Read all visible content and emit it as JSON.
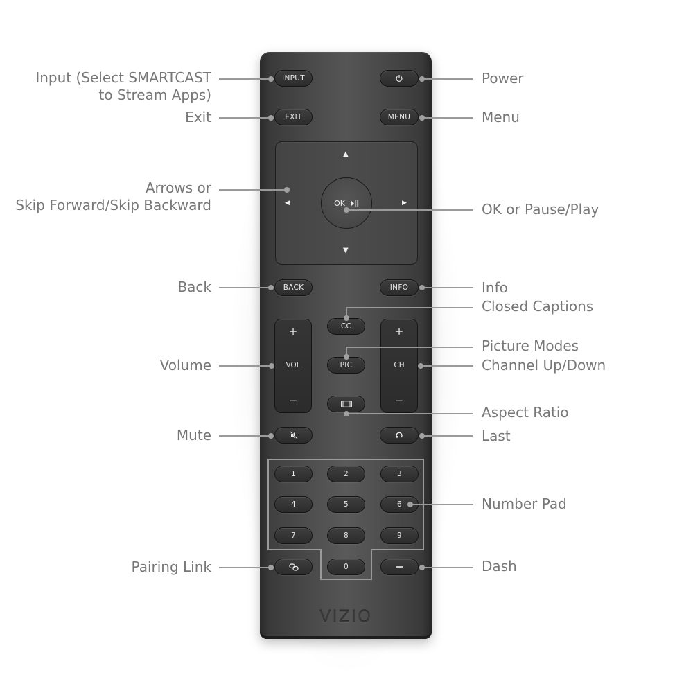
{
  "brand": "VIZIO",
  "colors": {
    "body": "#4a4a4a",
    "button": "#2f2f2f",
    "button_text": "#e8e8e8",
    "callout_line": "#9a9a9a",
    "label_text": "#777777"
  },
  "buttons": {
    "input": "INPUT",
    "power_icon": "power-icon",
    "exit": "EXIT",
    "menu": "MENU",
    "ok": "OK",
    "play_pause_icon": "play-pause-icon",
    "up": "▲",
    "down": "▼",
    "left": "◀",
    "right": "▶",
    "back": "BACK",
    "info": "INFO",
    "cc": "CC",
    "pic": "PIC",
    "aspect_icon": "aspect-ratio-icon",
    "vol": {
      "label": "VOL",
      "plus": "+",
      "minus": "−"
    },
    "ch": {
      "label": "CH",
      "plus": "+",
      "minus": "−"
    },
    "mute_icon": "mute-icon",
    "last_icon": "last-icon",
    "numbers": [
      "1",
      "2",
      "3",
      "4",
      "5",
      "6",
      "7",
      "8",
      "9"
    ],
    "zero": "0",
    "pairing_icon": "pairing-link-icon",
    "dash": "—"
  },
  "labels": {
    "left": {
      "input_line1": "Input (Select SMARTCAST",
      "input_line2": "to Stream Apps)",
      "exit": "Exit",
      "arrows_line1": "Arrows or",
      "arrows_line2": "Skip Forward/Skip Backward",
      "back": "Back",
      "volume": "Volume",
      "mute": "Mute",
      "pairing": "Pairing Link"
    },
    "right": {
      "power": "Power",
      "menu": "Menu",
      "ok": "OK or Pause/Play",
      "info": "Info",
      "cc": "Closed Captions",
      "pic": "Picture Modes",
      "channel": "Channel Up/Down",
      "aspect": "Aspect Ratio",
      "last": "Last",
      "numpad": "Number Pad",
      "dash": "Dash"
    }
  }
}
